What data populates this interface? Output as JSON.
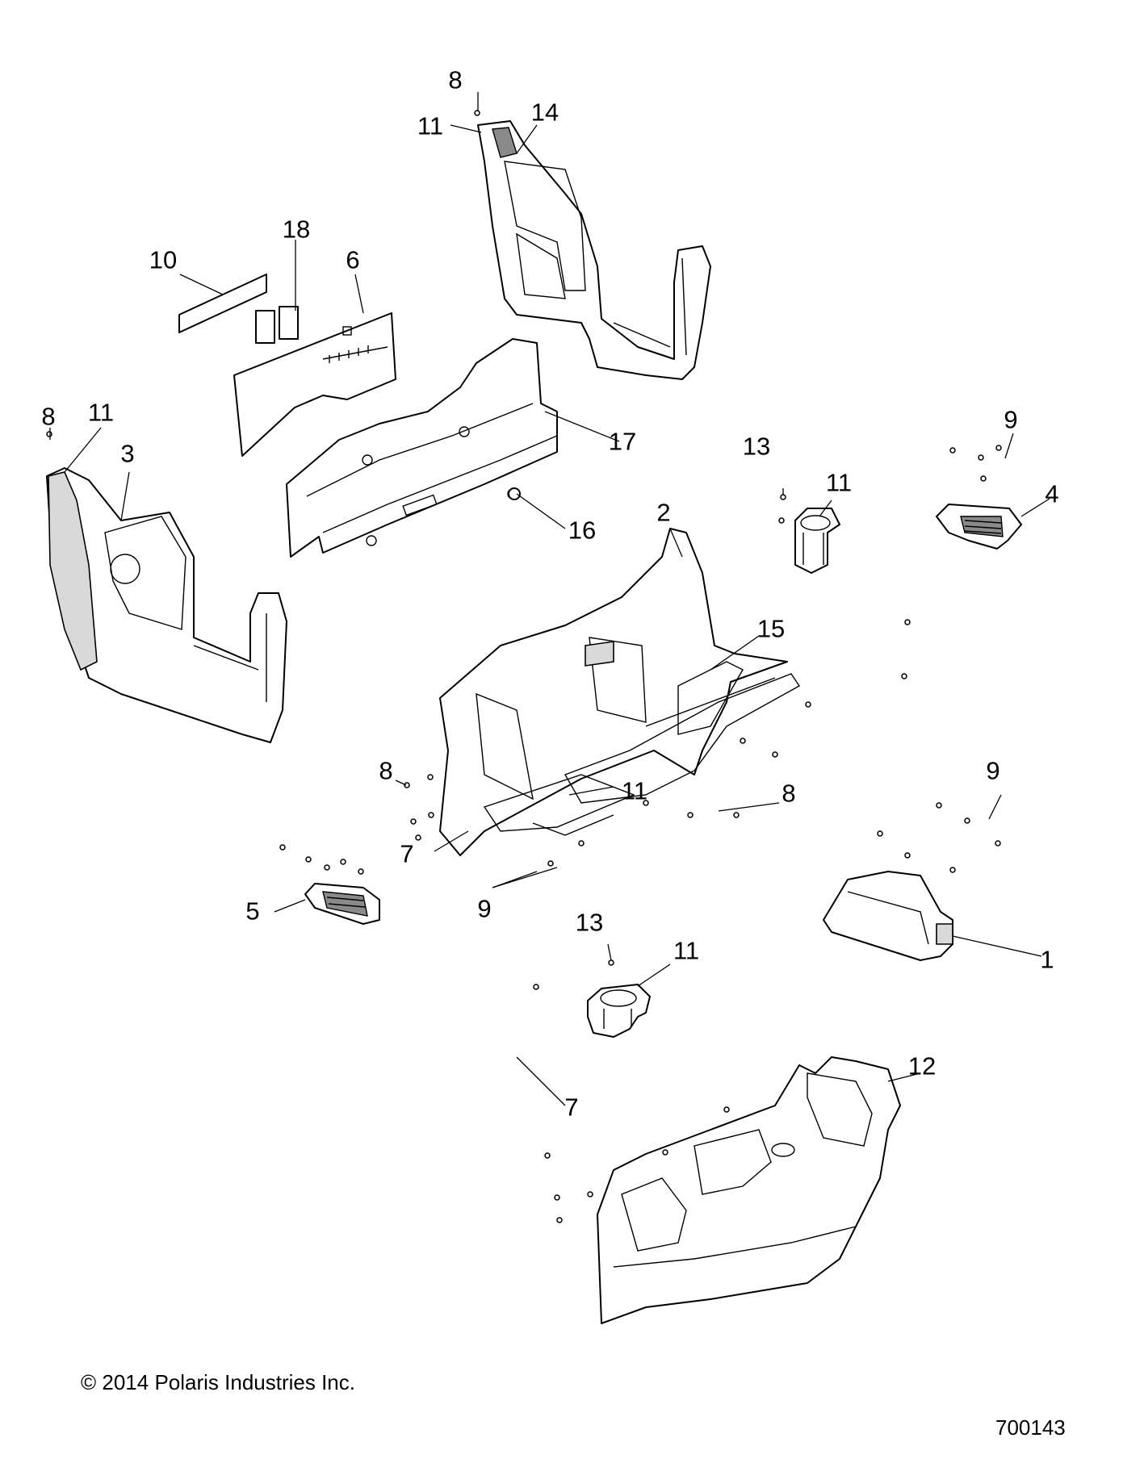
{
  "callouts": [
    {
      "id": "c1",
      "label": "1"
    },
    {
      "id": "c2",
      "label": "2"
    },
    {
      "id": "c3",
      "label": "3"
    },
    {
      "id": "c4",
      "label": "4"
    },
    {
      "id": "c5",
      "label": "5"
    },
    {
      "id": "c6",
      "label": "6"
    },
    {
      "id": "c7a",
      "label": "7"
    },
    {
      "id": "c7b",
      "label": "7"
    },
    {
      "id": "c8a",
      "label": "8"
    },
    {
      "id": "c8b",
      "label": "8"
    },
    {
      "id": "c8c",
      "label": "8"
    },
    {
      "id": "c8d",
      "label": "8"
    },
    {
      "id": "c9a",
      "label": "9"
    },
    {
      "id": "c9b",
      "label": "9"
    },
    {
      "id": "c9c",
      "label": "9"
    },
    {
      "id": "c10",
      "label": "10"
    },
    {
      "id": "c11a",
      "label": "11"
    },
    {
      "id": "c11b",
      "label": "11"
    },
    {
      "id": "c11c",
      "label": "11"
    },
    {
      "id": "c11d",
      "label": "11"
    },
    {
      "id": "c11e",
      "label": "11"
    },
    {
      "id": "c12",
      "label": "12"
    },
    {
      "id": "c13a",
      "label": "13"
    },
    {
      "id": "c13b",
      "label": "13"
    },
    {
      "id": "c14",
      "label": "14"
    },
    {
      "id": "c15",
      "label": "15"
    },
    {
      "id": "c16",
      "label": "16"
    },
    {
      "id": "c17",
      "label": "17"
    },
    {
      "id": "c18",
      "label": "18"
    }
  ],
  "footer": {
    "copyright": "© 2014 Polaris Industries Inc.",
    "drawing_number": "700143"
  }
}
